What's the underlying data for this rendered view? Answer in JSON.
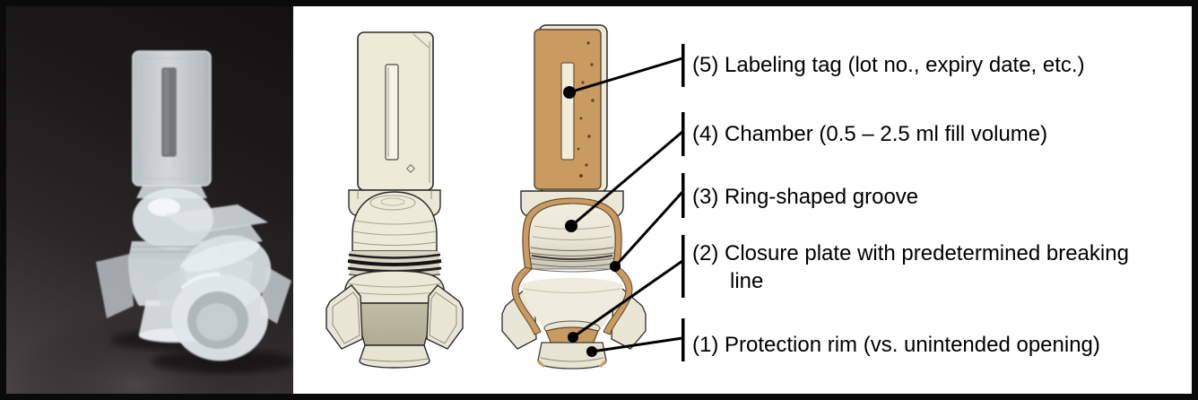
{
  "annotations": {
    "items": [
      {
        "number": "5",
        "text": "(5) Labeling tag (lot no., expiry date, etc.)"
      },
      {
        "number": "4",
        "text": "(4) Chamber (0.5 – 2.5 ml fill volume)"
      },
      {
        "number": "3",
        "text": "(3) Ring-shaped groove"
      },
      {
        "number": "2",
        "text": "(2) Closure plate with predetermined breaking line"
      },
      {
        "number": "1",
        "text": "(1) Protection rim (vs. unintended opening)"
      }
    ]
  },
  "colors": {
    "cut_surface_tan": "#ca9b61",
    "plastic_cream": "#ece9d6",
    "cone_shade": "#b7b29b",
    "leader_line": "#000000",
    "photo_background": "#2c2829",
    "frame_border": "#0a0a0a"
  }
}
